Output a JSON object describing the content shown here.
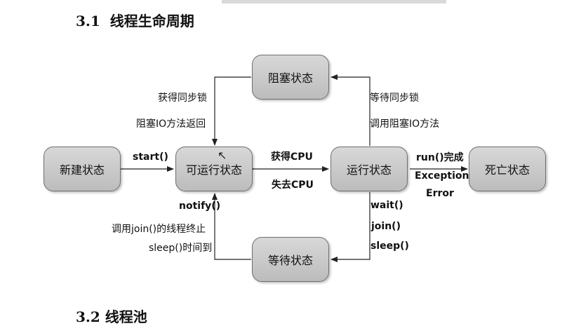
{
  "section": {
    "number": "3.1",
    "title": "线程生命周期",
    "next_heading": "3.2  线程池"
  },
  "states": {
    "new": "新建状态",
    "runnable": "可运行状态",
    "running": "运行状态",
    "dead": "死亡状态",
    "blocked": "阻塞状态",
    "waiting": "等待状态"
  },
  "labels": {
    "start": "start()",
    "get_cpu": "获得CPU",
    "lose_cpu": "失去CPU",
    "run_done": "run()完成",
    "exception": "Exception",
    "error": "Error",
    "wait_sync_lock": "等待同步锁",
    "call_blocking_io": "调用阻塞IO方法",
    "get_sync_lock": "获得同步锁",
    "blocking_io_return": "阻塞IO方法返回",
    "wait": "wait()",
    "join": "join()",
    "sleep": "sleep()",
    "notify": "notify()",
    "join_thread_end": "调用join()的线程终止",
    "sleep_time_up": "sleep()时间到"
  }
}
